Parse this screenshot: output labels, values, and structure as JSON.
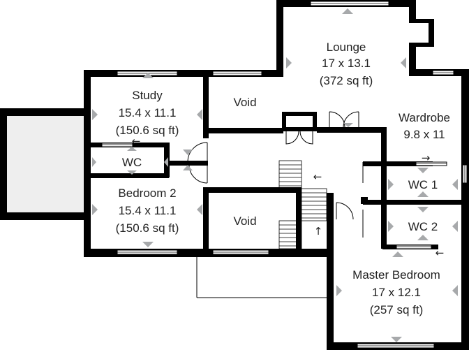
{
  "rooms": {
    "lounge": {
      "name": "Lounge",
      "dims": "17 x 13.1",
      "area": "(372 sq ft)"
    },
    "study": {
      "name": "Study",
      "dims": "15.4 x 11.1",
      "area": "(150.6 sq ft)"
    },
    "void_upper": {
      "name": "Void"
    },
    "void_lower": {
      "name": "Void"
    },
    "wardrobe": {
      "name": "Wardrobe",
      "dims": "9.8 x 11"
    },
    "wc": {
      "name": "WC"
    },
    "wc1": {
      "name": "WC 1"
    },
    "wc2": {
      "name": "WC 2"
    },
    "bedroom2": {
      "name": "Bedroom 2",
      "dims": "15.4 x 11.1",
      "area": "(150.6 sq ft)"
    },
    "master": {
      "name": "Master Bedroom",
      "dims": "17 x 12.1",
      "area": "(257 sq ft)"
    }
  },
  "glyphs": {
    "arrow_left": "←",
    "arrow_right": "→",
    "arrow_up": "↑"
  },
  "colors": {
    "wall": "#000000",
    "dimension_marker": "#a7a9ab",
    "balcony_fill": "#eeeeee"
  }
}
